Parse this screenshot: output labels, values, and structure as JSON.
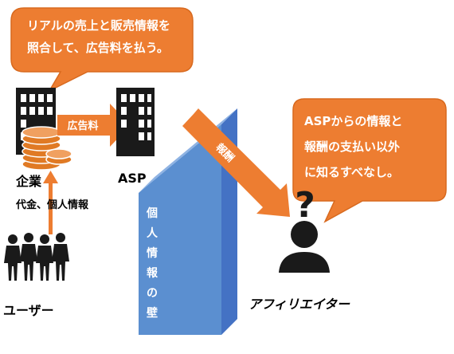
{
  "colors": {
    "orange": "#ED7D31",
    "orange_border": "#D86A1F",
    "wall_front": "#5B8FD0",
    "wall_side": "#4472C4",
    "wall_top": "#8FB3E3",
    "dark": "#1a1a1a",
    "coin": "#E07A24"
  },
  "icons": {
    "company_building": "building-icon",
    "asp_building": "building-icon",
    "coins": "coin-stack-icon",
    "users": "people-group-icon",
    "affiliate": "person-silhouette-icon",
    "question": "question-mark-icon"
  },
  "callouts": {
    "top": {
      "line1": "リアルの売上と販売情報を",
      "line2": "照合して、広告料を払う。"
    },
    "right": {
      "line1": "ASPからの情報と",
      "line2": "報酬の支払い以外",
      "line3": "に知るすべなし。"
    }
  },
  "arrows": {
    "ad_fee": "広告料",
    "reward": "報酬"
  },
  "labels": {
    "company": "企業",
    "asp": "ASP",
    "payment_info": "代金、個人情報",
    "user": "ユーザー",
    "affiliate": "アフィリエイター"
  },
  "wall": {
    "chars": [
      "個",
      "人",
      "情",
      "報",
      "の",
      "壁"
    ]
  },
  "question_mark": "?"
}
